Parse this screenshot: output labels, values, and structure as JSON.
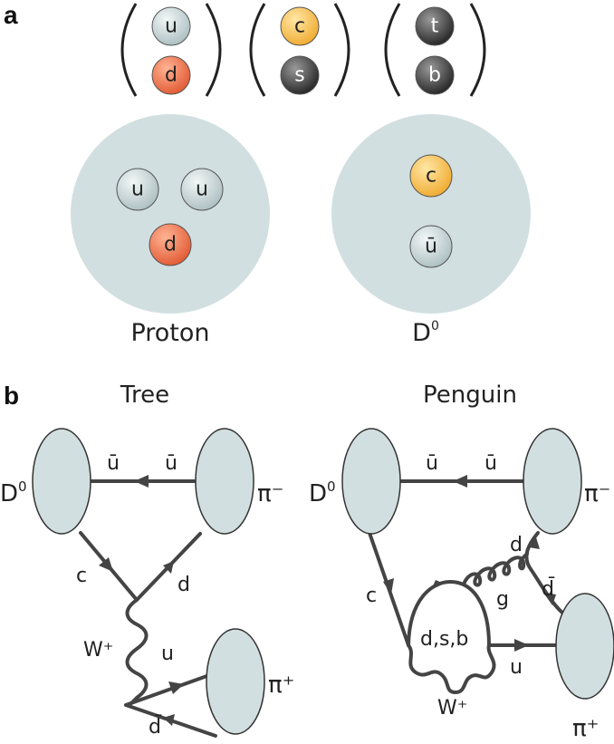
{
  "panel_a": {
    "label": "a",
    "doublets": [
      {
        "top": "u",
        "bottom": "d"
      },
      {
        "top": "c",
        "bottom": "s"
      },
      {
        "top": "t",
        "bottom": "b"
      }
    ],
    "proton": {
      "quarks": [
        "u",
        "u",
        "d"
      ],
      "caption": "Proton"
    },
    "d0": {
      "quarks": [
        "c",
        "ū"
      ],
      "caption_main": "D",
      "caption_sup": "0"
    }
  },
  "panel_b": {
    "label": "b",
    "tree": {
      "title": "Tree",
      "D0_main": "D",
      "D0_sup": "0",
      "pi_minus": "π⁻",
      "pi_plus": "π⁺",
      "labels": {
        "ubar_left": "ū",
        "ubar_right": "ū",
        "c": "c",
        "d": "d",
        "W": "W⁺",
        "u": "u",
        "dbar": "d̄"
      }
    },
    "penguin": {
      "title": "Penguin",
      "D0_main": "D",
      "D0_sup": "0",
      "pi_minus": "π⁻",
      "pi_plus": "π⁺",
      "labels": {
        "ubar_left": "ū",
        "ubar_right": "ū",
        "c": "c",
        "d": "d",
        "g": "g",
        "dbar": "d̄",
        "loop": "d,s,b",
        "u": "u",
        "W": "W⁺"
      }
    }
  },
  "colors": {
    "light_quark": "#c8d6d8",
    "d_quark": "#e8704e",
    "c_quark": "#f4b94c",
    "heavy_quark": "#3a3a3a",
    "hadron_fill": "#d2dfe0"
  }
}
